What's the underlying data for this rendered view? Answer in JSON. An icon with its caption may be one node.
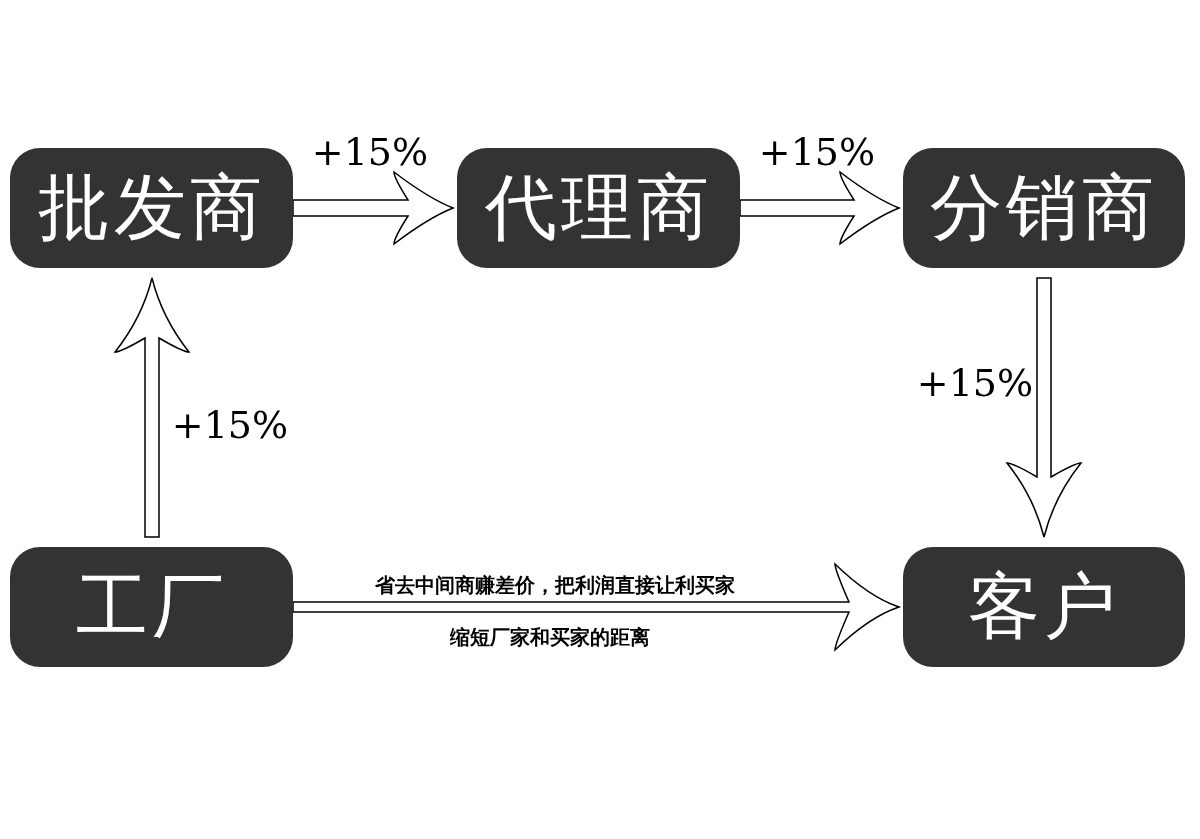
{
  "diagram": {
    "nodes": [
      {
        "text": [
          "批发商"
        ]
      },
      {
        "text": [
          "代理商"
        ]
      },
      {
        "text": [
          "分销商"
        ]
      },
      {
        "text": [
          "工厂"
        ]
      },
      {
        "text": [
          "客户"
        ]
      }
    ],
    "edges": [
      {
        "from": 0,
        "to": 1,
        "arrow": "to",
        "label": "+15%"
      },
      {
        "from": 1,
        "to": 2,
        "arrow": "to",
        "label": "+15%"
      },
      {
        "from": 3,
        "to": 0,
        "arrow": "to",
        "label": "+15%"
      },
      {
        "from": 2,
        "to": 4,
        "arrow": "to",
        "label": "+15%"
      },
      {
        "from": 3,
        "to": 4,
        "arrow": "to",
        "label": "省去中间商赚差价，把利润直接让利买家"
      }
    ],
    "labels": [
      "缩短厂家和买家的距离"
    ]
  }
}
